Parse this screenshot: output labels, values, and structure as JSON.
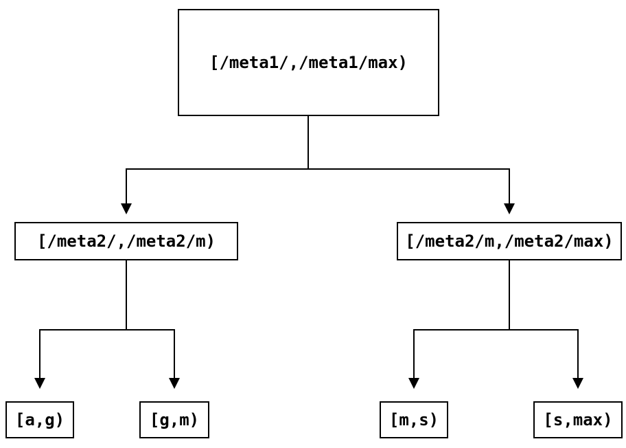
{
  "diagram": {
    "type": "tree",
    "description": "Binary range-partition tree of key intervals",
    "colors": {
      "background": "#ffffff",
      "stroke": "#000000",
      "text": "#000000"
    },
    "nodes": {
      "root": {
        "label": "[/meta1/,/meta1/max)"
      },
      "left": {
        "label": "[/meta2/,/meta2/m)"
      },
      "right": {
        "label": "[/meta2/m,/meta2/max)"
      },
      "leaf_ag": {
        "label": "[a,g)"
      },
      "leaf_gm": {
        "label": "[g,m)"
      },
      "leaf_ms": {
        "label": "[m,s)"
      },
      "leaf_smax": {
        "label": "[s,max)"
      }
    },
    "edges": [
      {
        "from": "root",
        "to": "left"
      },
      {
        "from": "root",
        "to": "right"
      },
      {
        "from": "left",
        "to": "leaf_ag"
      },
      {
        "from": "left",
        "to": "leaf_gm"
      },
      {
        "from": "right",
        "to": "leaf_ms"
      },
      {
        "from": "right",
        "to": "leaf_smax"
      }
    ]
  }
}
